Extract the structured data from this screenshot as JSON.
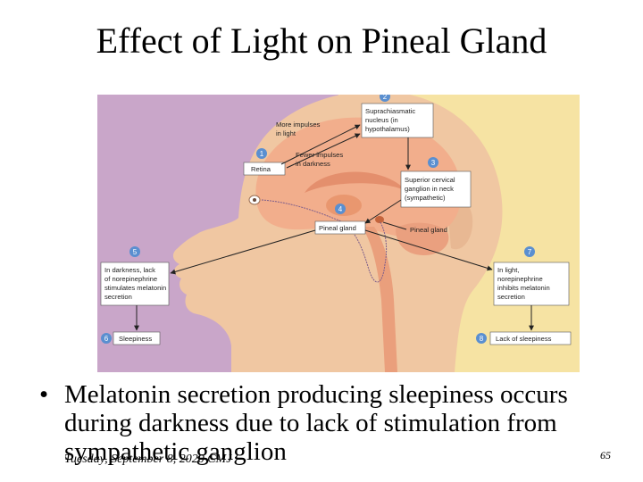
{
  "slide": {
    "title": "Effect of Light on Pineal Gland",
    "bullet": "Melatonin secretion producing sleepiness occurs during darkness due to lack of stimulation from sympathetic ganglion",
    "footer": "Tuesday, September 8, 2020 CMJ",
    "slide_number": "65"
  },
  "figure": {
    "boxes": {
      "retina": "Retina",
      "pineal_box": "Pineal gland",
      "sleepiness": "Sleepiness",
      "lack_sleepiness": "Lack of sleepiness"
    },
    "labels": {
      "more_impulses_1": "More impulses",
      "more_impulses_2": "in light",
      "fewer_impulses_1": "Fewer impulses",
      "fewer_impulses_2": "in darkness",
      "scn_1": "Suprachiasmatic",
      "scn_2": "nucleus (in",
      "scn_3": "hypothalamus)",
      "scg_1": "Superior cervical",
      "scg_2": "ganglion in neck",
      "scg_3": "(sympathetic)",
      "pineal_side": "Pineal gland",
      "dark_1": "In darkness, lack",
      "dark_2": "of norepinephrine",
      "dark_3": "stimulates melatonin",
      "dark_4": "secretion",
      "light_1": "In light,",
      "light_2": "norepinephrine",
      "light_3": "inhibits melatonin",
      "light_4": "secretion"
    },
    "steps": [
      "1",
      "2",
      "3",
      "4",
      "5",
      "6",
      "7",
      "8"
    ],
    "colors": {
      "left_bg": "#c9a6c9",
      "right_bg": "#f6e3a3",
      "skin": "#f0c7a2",
      "brain": "#f2ae8c",
      "step_circle": "#5a8fd0"
    }
  }
}
